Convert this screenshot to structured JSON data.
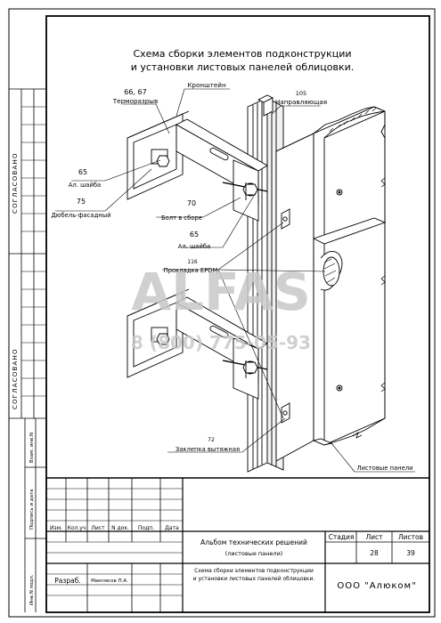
{
  "title": {
    "line1": "Схема сборки элементов подконструкции",
    "line2": "и установки листовых панелей облицовки."
  },
  "callouts": {
    "thermal_num": "66, 67",
    "thermal": "Терморазрыв",
    "bracket": "Кронштейн",
    "guide_num": "105",
    "guide": "Направляющая",
    "washer1_num": "65",
    "washer1": "Ал. шайба",
    "dowel_num": "75",
    "dowel": "Дюбель-фасадный",
    "bolt_num": "70",
    "bolt": "Болт в сборе",
    "washer2_num": "65",
    "washer2": "Ал. шайба",
    "epdm_num": "116",
    "epdm": "Прокладка EPDM",
    "rivet_num": "72",
    "rivet": "Заклепка вытяжная",
    "panels": "Листовые панели"
  },
  "watermark": {
    "brand": "ALFAS",
    "phone": "8 (800) 775-05-93"
  },
  "side_stamp": {
    "agreed1": "СОГЛАСОВАНО",
    "agreed2": "СОГЛАСОВАНО",
    "inv_replace": "Взам. инв.N",
    "sign_date": "Подпись и дата",
    "inv_orig": "Инв.N подл."
  },
  "title_block": {
    "col_izm": "Изм.",
    "col_kol": "Кол.уч",
    "col_list": "Лист",
    "col_ndok": "N док.",
    "col_podp": "Подп.",
    "col_data": "Дата",
    "album": "Альбом технических решений",
    "album_sub": "(листовые панели)",
    "stage_label": "Стадия",
    "sheet_label": "Лист",
    "sheets_label": "Листов",
    "sheet_value": "28",
    "sheets_value": "39",
    "developed_label": "Разраб.",
    "developer": "Мамлясов П.А.",
    "drawing_desc_1": "Схема сборки элементов подконструкции",
    "drawing_desc_2": "и установки листовых панелей облицовки.",
    "company": "ООО \"Алюком\""
  }
}
